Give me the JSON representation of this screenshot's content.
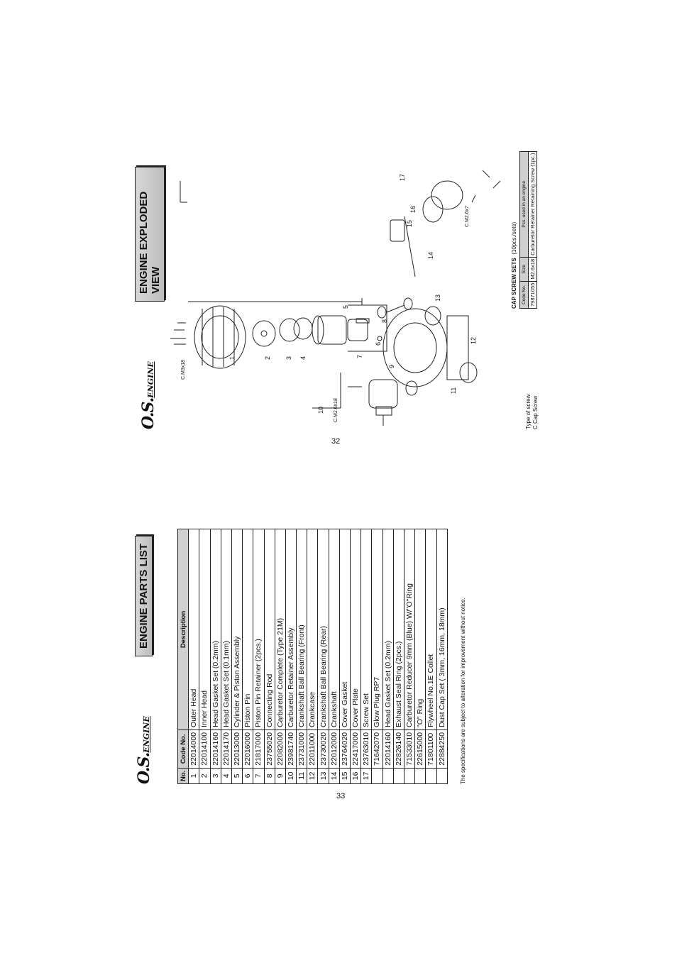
{
  "parts_page": {
    "logo_main": "O.S.",
    "logo_sub": "ENGINE",
    "title": "ENGINE PARTS LIST",
    "columns": [
      "No.",
      "Code No.",
      "Description"
    ],
    "rows": [
      {
        "no": "1",
        "code": "22014000",
        "desc": "Outer Head"
      },
      {
        "no": "2",
        "code": "22014100",
        "desc": "Inner Head"
      },
      {
        "no": "3",
        "code": "22014160",
        "desc": "Head Gasket  Set (0.2mm)"
      },
      {
        "no": "4",
        "code": "22014170",
        "desc": "Head Gasket  Set (0.1mm)"
      },
      {
        "no": "5",
        "code": "22013000",
        "desc": "Cylinder & Piston Assembly"
      },
      {
        "no": "6",
        "code": "22016000",
        "desc": "Piston Pin"
      },
      {
        "no": "7",
        "code": "21817000",
        "desc": "Piston Pin Retainer (2pcs.)"
      },
      {
        "no": "8",
        "code": "23755020",
        "desc": "Connecting Rod"
      },
      {
        "no": "9",
        "code": "22082000",
        "desc": "Carburetor Complete (Type 21M)"
      },
      {
        "no": "10",
        "code": "23981740",
        "desc": "Carburetor Retainer Assembly"
      },
      {
        "no": "11",
        "code": "23731000",
        "desc": "Crankshaft Ball Bearing (Front)"
      },
      {
        "no": "12",
        "code": "22011000",
        "desc": "Crankcase"
      },
      {
        "no": "13",
        "code": "23730020",
        "desc": "Crankshaft Ball Bearing (Rear)"
      },
      {
        "no": "14",
        "code": "22012000",
        "desc": "Crankshaft"
      },
      {
        "no": "15",
        "code": "23764020",
        "desc": "Cover Gasket"
      },
      {
        "no": "16",
        "code": "22417000",
        "desc": "Cover Plate"
      },
      {
        "no": "17",
        "code": "23763010",
        "desc": "Screw Set"
      },
      {
        "no": "",
        "code": "71642070",
        "desc": "Glow Plug RP7"
      },
      {
        "no": "",
        "code": "22014160",
        "desc": "Head Gasket  Set (0.2mm)"
      },
      {
        "no": "",
        "code": "22826140",
        "desc": "Exhaust Seal Ring (2pcs.)"
      },
      {
        "no": "",
        "code": "71533010",
        "desc": "Carburetor Reducer 9mm (Blue) W/\"O\"Ring"
      },
      {
        "no": "",
        "code": "22615000",
        "desc": "\"O\" Ring"
      },
      {
        "no": "",
        "code": "71801100",
        "desc": "Flywheel No.1E Collet"
      },
      {
        "no": "",
        "code": "22884250",
        "desc": "Dust Cap Set ( 3mm, 16mm, 18mm)"
      }
    ],
    "note": "The specifications are subject to alteration for improvement without notice.",
    "page_number": "33"
  },
  "exploded_page": {
    "logo_main": "O.S.",
    "logo_sub": "ENGINE",
    "title": "ENGINE EXPLODED VIEW",
    "screw_labels": {
      "head": "C.M3x18",
      "carb": "C.M2.6x18",
      "cover": "C.M2.6x7"
    },
    "part_labels": [
      "1",
      "2",
      "3",
      "4",
      "5",
      "6",
      "7",
      "8",
      "9",
      "10",
      "11",
      "12",
      "13",
      "14",
      "15",
      "16",
      "17"
    ],
    "cap_screw_title": "CAP SCREW SETS",
    "cap_screw_sub": "(10pcs./sets)",
    "cap_columns": [
      "Code No.",
      "Size",
      "Pcs. used in an engine"
    ],
    "cap_rows": [
      {
        "code": "79871055",
        "size": "M2.6x18",
        "pcs": "Carburetor Retainer Retaining Screw (1pc.)"
      }
    ],
    "screw_type_label": "Type of screw",
    "screw_type_value": "C    Cap Screw",
    "page_number": "32"
  }
}
